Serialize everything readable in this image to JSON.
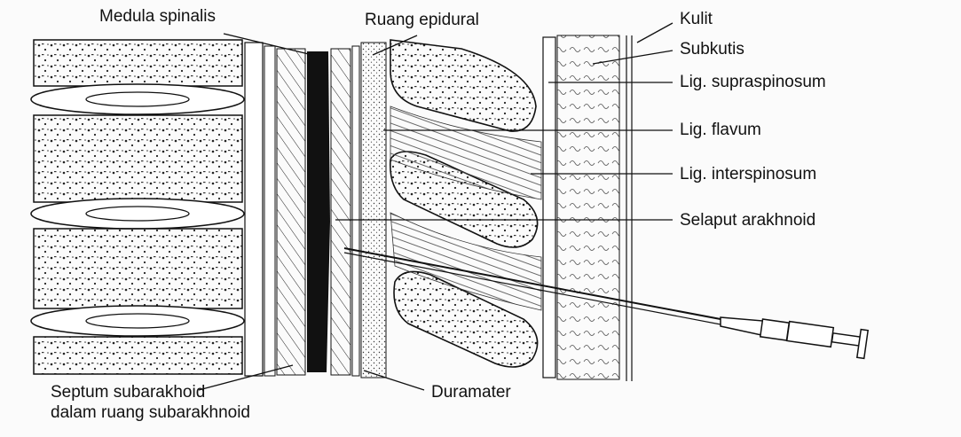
{
  "diagram": {
    "labels": {
      "medula_spinalis": "Medula spinalis",
      "ruang_epidural": "Ruang epidural",
      "kulit": "Kulit",
      "subkutis": "Subkutis",
      "lig_supraspinosum": "Lig. supraspinosum",
      "lig_flavum": "Lig. flavum",
      "lig_interspinosum": "Lig. interspinosum",
      "selaput_arakhnoid": "Selaput arakhnoid",
      "septum_line1": "Septum subarakhoid",
      "septum_line2": "dalam ruang subarakhnoid",
      "duramater": "Duramater"
    },
    "colors": {
      "ink": "#111111",
      "paper": "#fbfbfb",
      "stipple": "#2a2a2a"
    }
  }
}
